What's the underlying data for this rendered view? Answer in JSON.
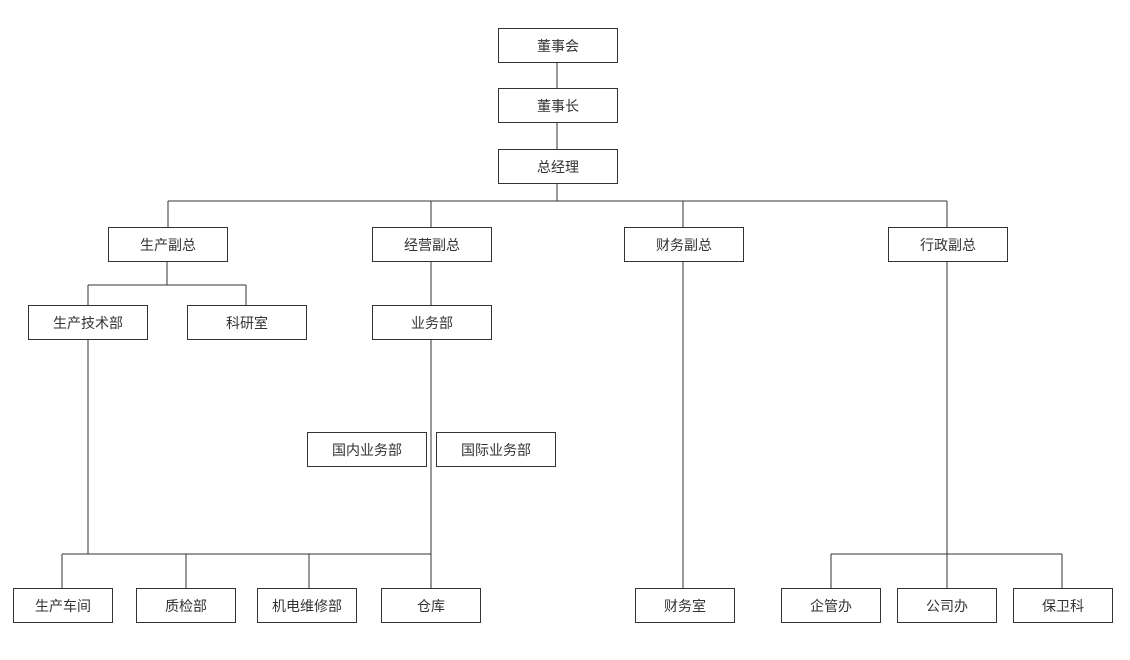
{
  "nodes": {
    "board": "董事会",
    "chairman": "董事长",
    "gm": "总经理",
    "vp_production": "生产副总",
    "vp_operations": "经营副总",
    "vp_finance": "财务副总",
    "vp_admin": "行政副总",
    "prod_tech": "生产技术部",
    "research": "科研室",
    "business": "业务部",
    "domestic": "国内业务部",
    "international": "国际业务部",
    "workshop": "生产车间",
    "quality": "质检部",
    "maintenance": "机电维修部",
    "warehouse": "仓库",
    "finance_office": "财务室",
    "enterprise_mgmt": "企管办",
    "company_office": "公司办",
    "security": "保卫科"
  }
}
